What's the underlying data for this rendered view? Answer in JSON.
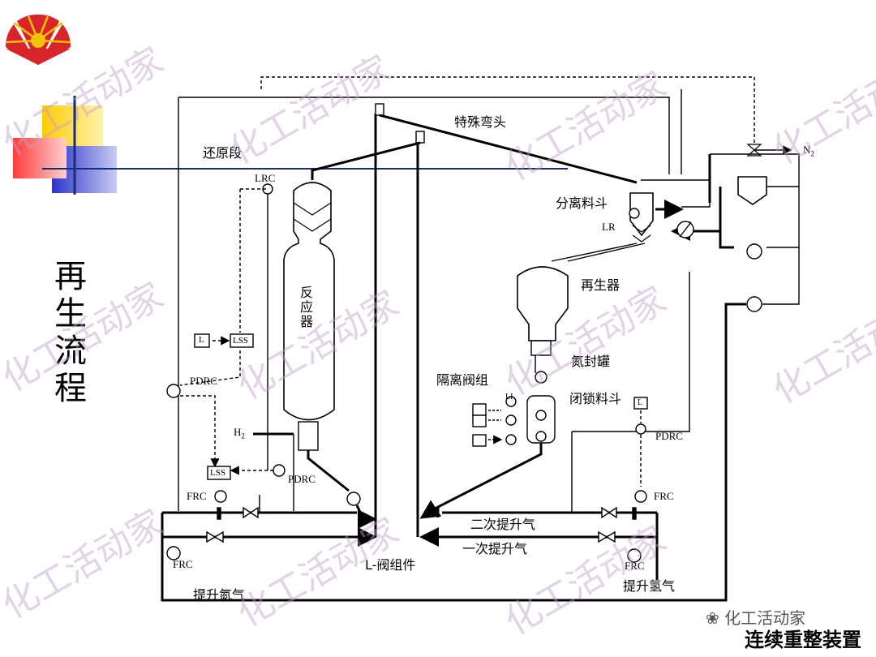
{
  "title_vertical": "再生流程",
  "footer": "连续重整装置",
  "wechat_handle": "化工活动家",
  "watermark": "化工活动家",
  "labels": {
    "reduction_zone": "还原段",
    "special_elbow": "特殊弯头",
    "separation_hopper": "分离料斗",
    "reactor": "反应器",
    "regenerator": "再生器",
    "nitrogen_seal_tank": "氮封罐",
    "isolation_valve_group": "隔离阀组",
    "lock_hopper": "闭锁料斗",
    "secondary_lift_gas": "二次提升气",
    "primary_lift_gas": "一次提升气",
    "l_valve_assembly": "L-阀组件",
    "lift_nitrogen": "提升氮气",
    "lift_hydrogen": "提升氢气",
    "lrc": "LRC",
    "lr": "LR",
    "lss_top": "LSS",
    "lss_bottom": "LSS",
    "l_box": "L",
    "pdrc_left": "PDRC",
    "pdrc_mid": "PDRC",
    "pdrc_right": "PDRC",
    "frc_left_top": "FRC",
    "frc_left_bottom": "FRC",
    "frc_right_top": "FRC",
    "frc_right_bottom": "FRC",
    "h2": "H",
    "h2_sub": "2",
    "n2": "N",
    "n2_sub": "2",
    "li": "LI",
    "l_small": "L"
  },
  "colors": {
    "logo_red": "#d8242a",
    "logo_yellow": "#f5c400",
    "deco_yellow": "#ffcc00",
    "deco_red": "#ff3b3b",
    "deco_blue": "#2b35c8"
  }
}
